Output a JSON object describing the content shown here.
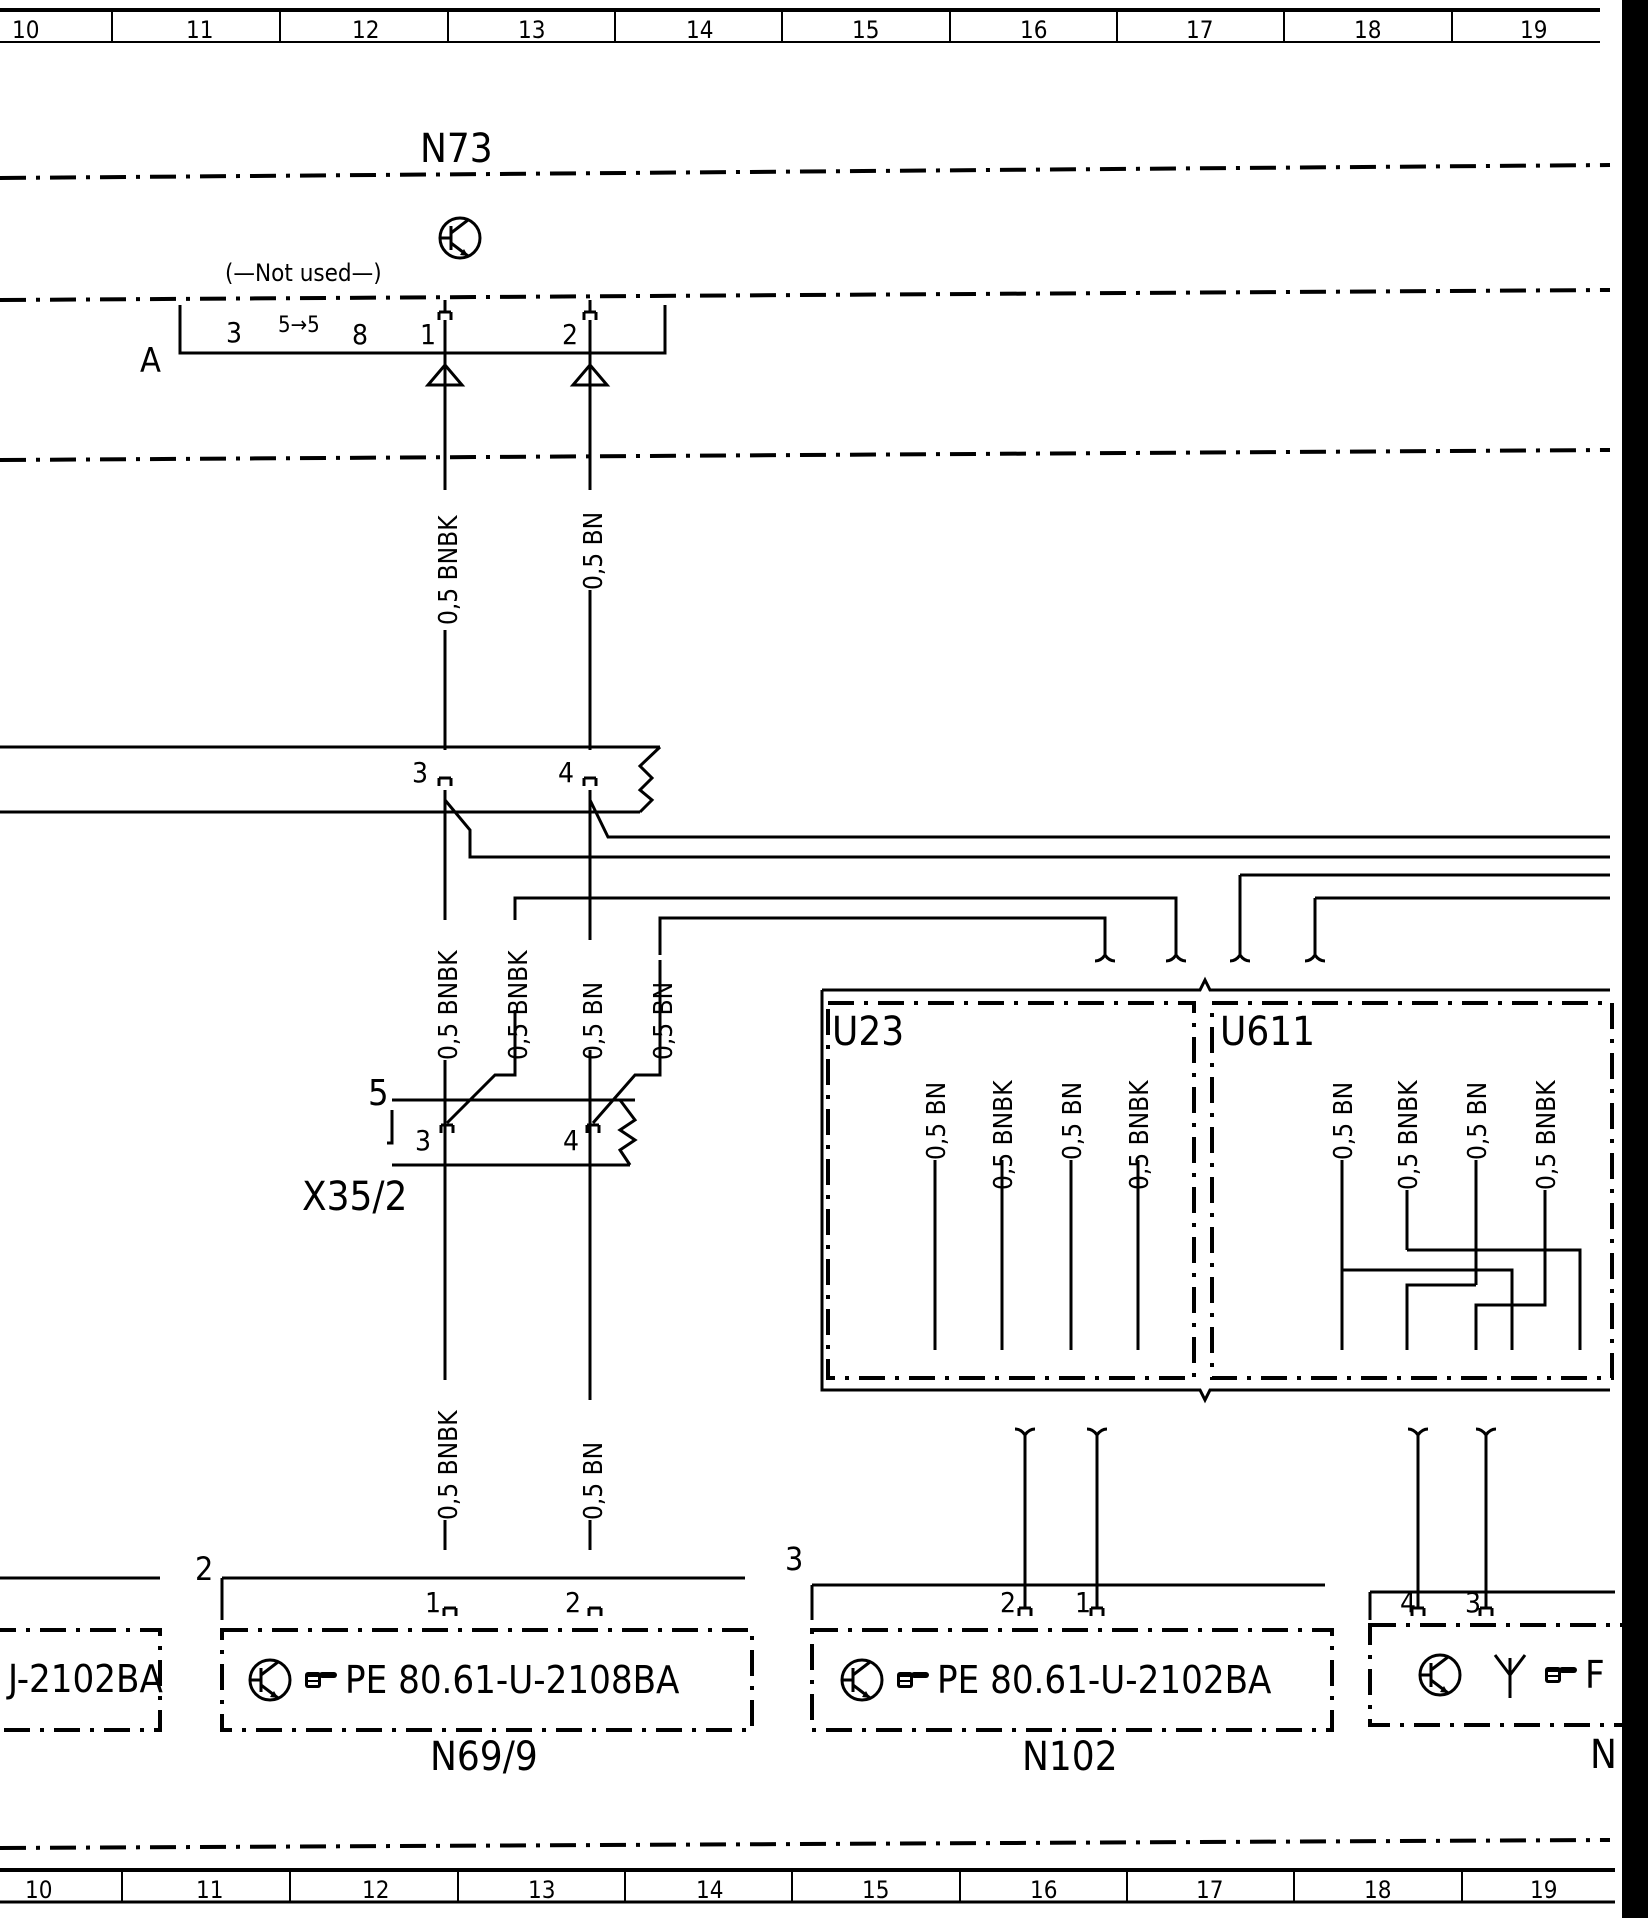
{
  "frame": {
    "columns_top": [
      "10",
      "11",
      "12",
      "13",
      "14",
      "15",
      "16",
      "17",
      "18",
      "19"
    ],
    "columns_bottom": [
      "10",
      "11",
      "12",
      "13",
      "14",
      "15",
      "16",
      "17",
      "18",
      "19"
    ]
  },
  "components": {
    "n73": {
      "name": "N73",
      "connector": "A",
      "note": "(—Not used—)",
      "pins": [
        "3",
        "8",
        "1",
        "2"
      ],
      "splice": "5→5"
    },
    "upper_connector": {
      "pins": [
        "3",
        "4"
      ]
    },
    "x35_2": {
      "name": "X35/2",
      "group": "5",
      "pins": [
        "3",
        "4"
      ]
    },
    "u23": {
      "name": "U23"
    },
    "u611": {
      "name": "U611"
    },
    "n69_9": {
      "name": "N69/9",
      "group": "2",
      "ref": "PE 80.61-U-2108BA",
      "pins": [
        "1",
        "2"
      ]
    },
    "n102": {
      "name": "N102",
      "group": "3",
      "ref": "PE 80.61-U-2102BA",
      "pins": [
        "2",
        "1"
      ]
    },
    "n_partial": {
      "name": "N",
      "pins": [
        "4",
        "3"
      ],
      "ref": "F"
    },
    "left_partial": {
      "ref": "J-2102BA"
    }
  },
  "wires": {
    "w1": "0,5 BNBK",
    "w2": "0,5 BN",
    "w3": "0,5 BNBK",
    "w4": "0,5 BNBK",
    "w5": "0,5 BN",
    "w6": "0,5 BN",
    "w7": "0,5 BNBK",
    "w8": "0,5 BN",
    "u23_1": "0,5 BN",
    "u23_2": "0,5 BNBK",
    "u23_3": "0,5 BN",
    "u23_4": "0,5 BNBK",
    "u611_1": "0,5 BN",
    "u611_2": "0,5 BNBK",
    "u611_3": "0,5 BN",
    "u611_4": "0,5 BNBK"
  }
}
